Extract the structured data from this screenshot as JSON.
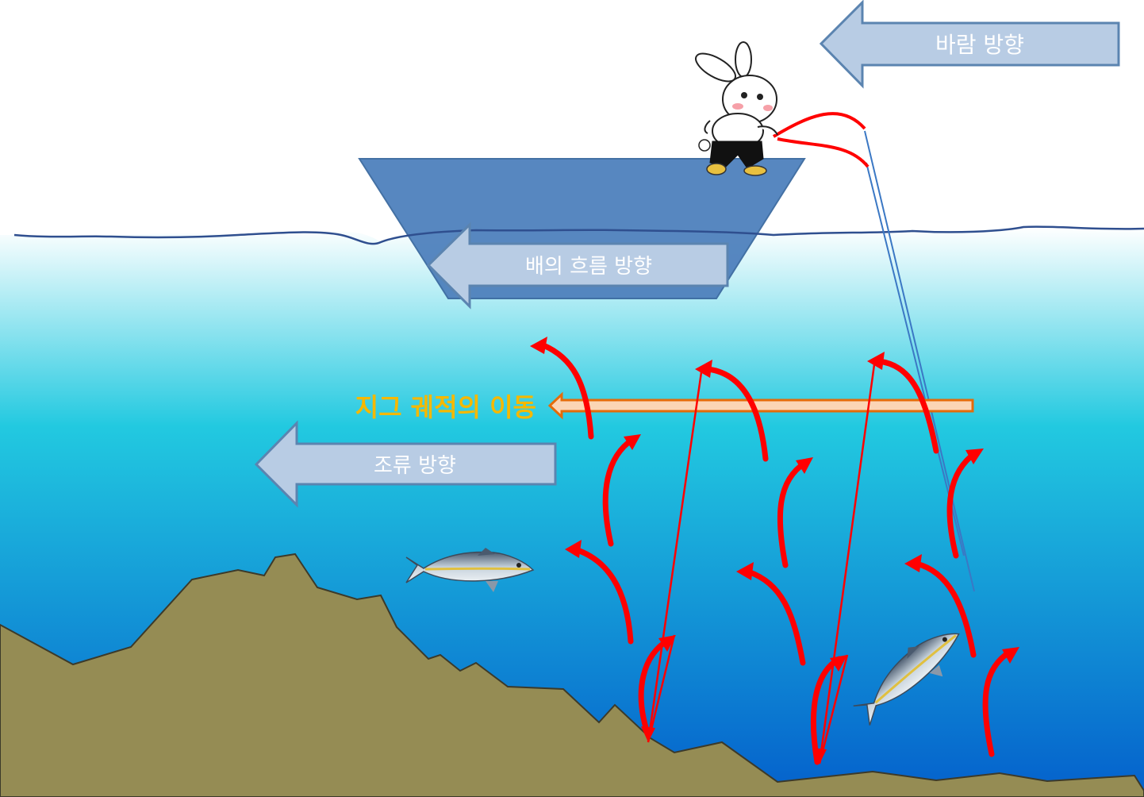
{
  "labels": {
    "wind_direction": "바람 방향",
    "boat_drift_direction": "배의 흐름 방향",
    "jig_trajectory": "지그 궤적의 이동",
    "current_direction": "조류 방향"
  },
  "colors": {
    "sky": "#ffffff",
    "water_top": "#ffffff",
    "water_mid": "#21c6df",
    "water_bottom": "#0566cc",
    "seabed": "#958c54",
    "boat": "#4f81bd",
    "label_arrow_fill": "#b8cce4",
    "label_arrow_stroke": "#5b84b0",
    "jig_arrow_fill": "#fbd5b5",
    "jig_arrow_stroke": "#e46c0a",
    "jig_label": "#f5b800",
    "motion_red": "#ff0000",
    "waterline": "#2f4f8f"
  },
  "icons": {
    "angler": "rabbit-angler-icon",
    "fish": "yellowtail-fish-icon"
  }
}
